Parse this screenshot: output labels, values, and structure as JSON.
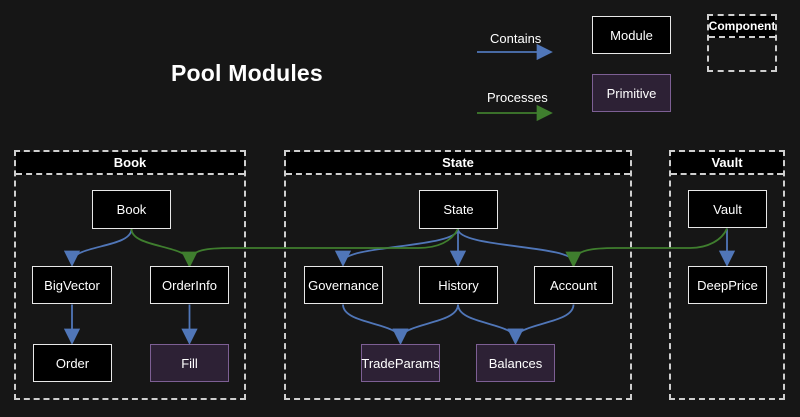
{
  "title": "Pool Modules",
  "colors": {
    "bg": "#161616",
    "text": "#ffffff",
    "dash": "#cfcfcf",
    "header_fill": "#000000",
    "node_fill": "#000000",
    "node_border": "#e8e8e8",
    "prim_fill": "#2d2135",
    "prim_border": "#7d5f94",
    "contains": "#5076b8",
    "processes": "#3f7e2e"
  },
  "legend": {
    "contains": "Contains",
    "processes": "Processes",
    "module": "Module",
    "primitive": "Primitive",
    "component": "Component"
  },
  "containers": {
    "book": {
      "label": "Book"
    },
    "state": {
      "label": "State"
    },
    "vault": {
      "label": "Vault"
    }
  },
  "nodes": {
    "book": "Book",
    "bigvector": "BigVector",
    "orderinfo": "OrderInfo",
    "order": "Order",
    "fill": "Fill",
    "state": "State",
    "governance": "Governance",
    "history": "History",
    "account": "Account",
    "tradeparams": "TradeParams",
    "balances": "Balances",
    "vault": "Vault",
    "deepprice": "DeepPrice"
  },
  "edges": {
    "contains": [
      {
        "from": "Book",
        "to": "BigVector"
      },
      {
        "from": "BigVector",
        "to": "Order"
      },
      {
        "from": "OrderInfo",
        "to": "Fill"
      },
      {
        "from": "State",
        "to": "Governance"
      },
      {
        "from": "State",
        "to": "History"
      },
      {
        "from": "State",
        "to": "Account"
      },
      {
        "from": "Governance",
        "to": "TradeParams"
      },
      {
        "from": "History",
        "to": "TradeParams"
      },
      {
        "from": "History",
        "to": "Balances"
      },
      {
        "from": "Account",
        "to": "Balances"
      },
      {
        "from": "Vault",
        "to": "DeepPrice"
      }
    ],
    "processes": [
      {
        "from": "Book",
        "to": "OrderInfo"
      },
      {
        "from": "State",
        "to": "OrderInfo"
      },
      {
        "from": "Vault",
        "to": "Account"
      }
    ]
  }
}
